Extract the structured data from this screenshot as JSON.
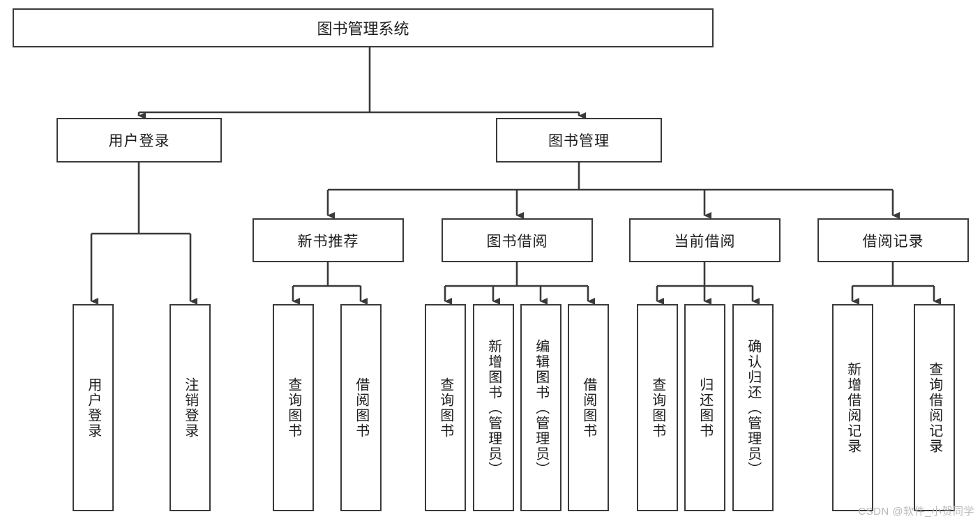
{
  "diagram": {
    "title": "图书管理系统",
    "type": "hierarchy-tree",
    "root": {
      "label": "图书管理系统"
    },
    "level1": [
      {
        "label": "用户登录"
      },
      {
        "label": "图书管理"
      }
    ],
    "level2": [
      {
        "label": "新书推荐"
      },
      {
        "label": "图书借阅"
      },
      {
        "label": "当前借阅"
      },
      {
        "label": "借阅记录"
      }
    ],
    "leaves": [
      {
        "label": "用户登录",
        "parent": "用户登录"
      },
      {
        "label": "注销登录",
        "parent": "用户登录"
      },
      {
        "label": "查询图书",
        "parent": "新书推荐"
      },
      {
        "label": "借阅图书",
        "parent": "新书推荐"
      },
      {
        "label": "查询图书",
        "parent": "图书借阅"
      },
      {
        "label": "新增图书（管理员）",
        "parent": "图书借阅"
      },
      {
        "label": "编辑图书（管理员）",
        "parent": "图书借阅"
      },
      {
        "label": "借阅图书",
        "parent": "图书借阅"
      },
      {
        "label": "查询图书",
        "parent": "当前借阅"
      },
      {
        "label": "归还图书",
        "parent": "当前借阅"
      },
      {
        "label": "确认归还（管理员）",
        "parent": "当前借阅"
      },
      {
        "label": "新增借阅记录",
        "parent": "借阅记录"
      },
      {
        "label": "查询借阅记录",
        "parent": "借阅记录"
      }
    ]
  },
  "watermark": {
    "text": "CSDN @软件_小贺同学"
  },
  "colors": {
    "stroke": "#3a3a3a",
    "text": "#1d1d1d",
    "background": "#ffffff",
    "watermark": "#b9b9b9"
  }
}
